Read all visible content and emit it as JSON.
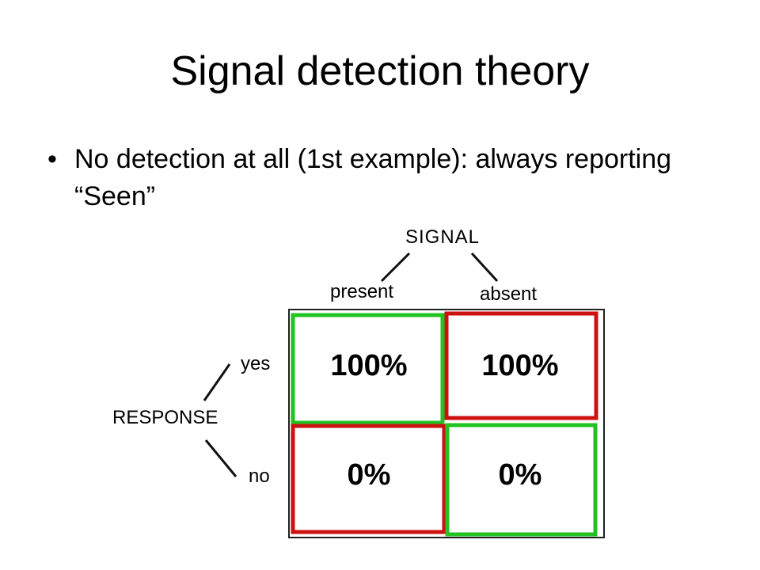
{
  "slide": {
    "title": "Signal detection theory",
    "bullet_marker": "•",
    "bullet_text": "No detection at all (1st example): always reporting “Seen”"
  },
  "diagram": {
    "signal_label": "SIGNAL",
    "present_label": "present",
    "absent_label": "absent",
    "response_label": "RESPONSE",
    "yes_label": "yes",
    "no_label": "no",
    "cells": {
      "yes_present": "100%",
      "yes_absent": "100%",
      "no_present": "0%",
      "no_absent": "0%"
    },
    "colors": {
      "correct_border": "#22c222",
      "error_border": "#cc1111",
      "frame_border": "#222222"
    }
  }
}
